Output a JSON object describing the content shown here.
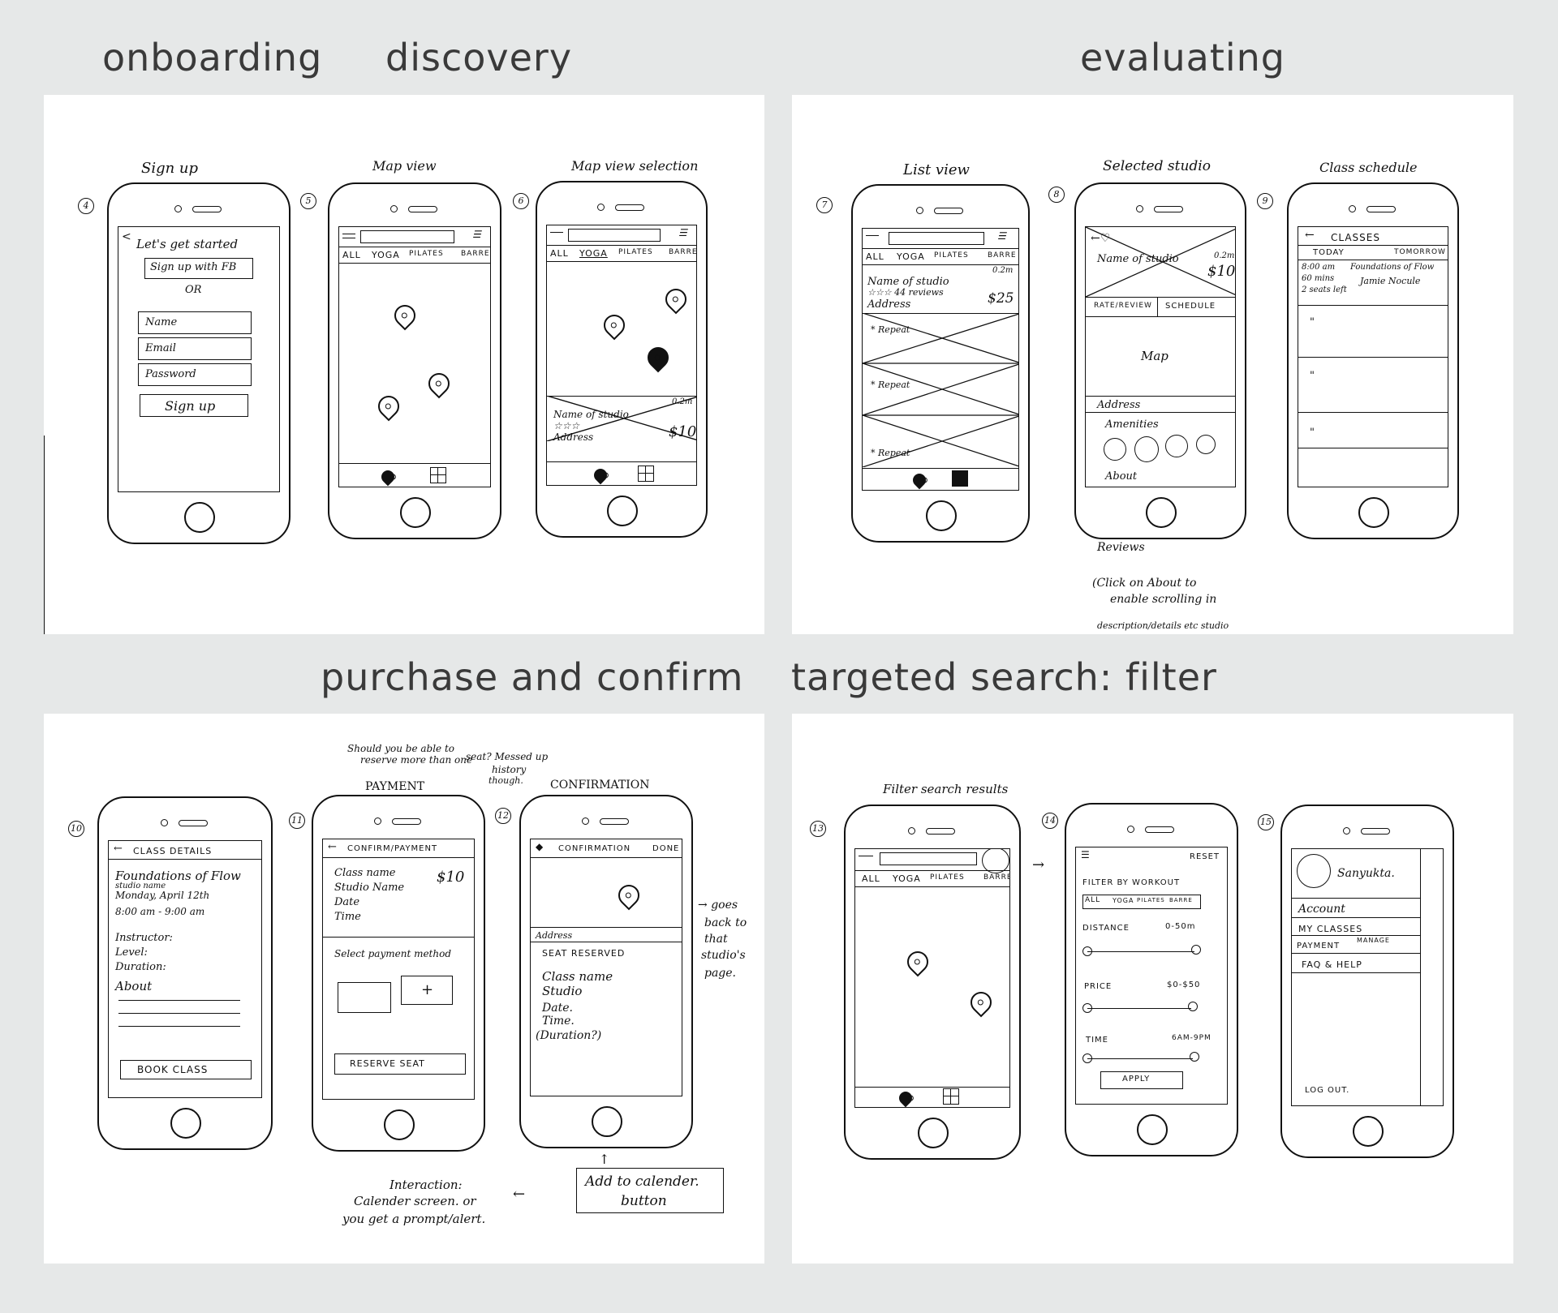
{
  "sections": {
    "onboarding": "onboarding",
    "discovery": "discovery",
    "evaluating": "evaluating",
    "purchase": "purchase and confirm",
    "filter": "targeted search: filter"
  },
  "screens": {
    "s4": {
      "num": "4",
      "caption": "Sign up",
      "back": "<",
      "heading": "Let's get started",
      "fb": "Sign up with FB",
      "or": "OR",
      "name": "Name",
      "email": "Email",
      "password": "Password",
      "signup": "Sign up"
    },
    "s5": {
      "num": "5",
      "caption": "Map view",
      "tabs": [
        "ALL",
        "YOGA",
        "PILATES",
        "BARRE"
      ]
    },
    "s6": {
      "num": "6",
      "caption": "Map view selection",
      "tabs": [
        "ALL",
        "YOGA",
        "PILATES",
        "BARRE"
      ],
      "dist": "0.2m",
      "studio": "Name of studio",
      "stars": "☆☆☆",
      "address": "Address",
      "price": "$10"
    },
    "s7": {
      "num": "7",
      "caption": "List view",
      "tabs": [
        "ALL",
        "YOGA",
        "PILATES",
        "BARRE"
      ],
      "dist": "0.2m",
      "studio": "Name of studio",
      "reviews": "☆☆☆ 44 reviews",
      "address": "Address",
      "price": "$25",
      "repeat1": "* Repeat",
      "repeat2": "* Repeat",
      "repeat3": "* Repeat"
    },
    "s8": {
      "num": "8",
      "caption": "Selected studio",
      "studio": "Name of studio",
      "dist": "0.2m",
      "price": "$10",
      "tab1": "RATE/REVIEW",
      "tab2": "SCHEDULE",
      "map": "Map",
      "address": "Address",
      "amenities": "Amenities",
      "about": "About"
    },
    "s9": {
      "num": "9",
      "caption": "Class schedule",
      "title": "CLASSES",
      "today": "TODAY",
      "tomorrow": "TOMORROW",
      "time": "8:00 am",
      "dur": "60 mins",
      "seats": "2 seats left",
      "cls": "Foundations of Flow",
      "teacher": "Jamie Nocule",
      "ditto": "\""
    },
    "evalnote": {
      "reviews": "Reviews",
      "note1": "(Click on About to",
      "note2": "enable scrolling in",
      "note3": "description/details etc studio"
    },
    "s10": {
      "num": "10",
      "title": "CLASS DETAILS",
      "cls": "Foundations of Flow",
      "studio": "studio name",
      "date": "Monday, April 12th",
      "time": "8:00 am - 9:00 am",
      "instructor": "Instructor:",
      "level": "Level:",
      "duration": "Duration:",
      "about": "About",
      "book": "BOOK CLASS"
    },
    "s11": {
      "num": "11",
      "caption": "PAYMENT",
      "title": "CONFIRM/PAYMENT",
      "classname": "Class name",
      "studio": "Studio Name",
      "date": "Date",
      "time": "Time",
      "price": "$10",
      "select": "Select payment method",
      "plus": "+",
      "reserve": "RESERVE SEAT"
    },
    "s12": {
      "num": "12",
      "caption": "CONFIRMATION",
      "title": "CONFIRMATION",
      "done": "DONE",
      "address": "Address",
      "reserved": "SEAT RESERVED",
      "classname": "Class name",
      "studio": "Studio",
      "date": "Date.",
      "time": "Time.",
      "duration": "(Duration?)"
    },
    "purchasenotes": {
      "q1": "Should you be able to",
      "q2": "reserve more than one",
      "q3": "seat? Messed up",
      "q4": "history",
      "q5": "though.",
      "goes1": "goes",
      "goes2": "back to",
      "goes3": "that",
      "goes4": "studio's",
      "goes5": "page.",
      "cal1": "Add to calender.",
      "cal2": "button",
      "int1": "Interaction:",
      "int2": "Calender screen. or",
      "int3": "you get a prompt/alert."
    },
    "s13": {
      "num": "13",
      "caption": "Filter search results",
      "tabs": [
        "ALL",
        "YOGA",
        "PILATES",
        "BARRE"
      ]
    },
    "s14": {
      "num": "14",
      "reset": "RESET",
      "filterby": "FILTER BY WORKOUT",
      "chips": [
        "ALL",
        "YOGA",
        "PILATES",
        "BARRE"
      ],
      "distance": "DISTANCE",
      "distval": "0-50m",
      "price": "PRICE",
      "priceval": "$0-$50",
      "time": "TIME",
      "timeval": "6AM-9PM",
      "apply": "APPLY"
    },
    "s15": {
      "num": "15",
      "user": "Sanyukta.",
      "account": "Account",
      "myclasses": "MY CLASSES",
      "payment": "PAYMENT",
      "manage": "MANAGE",
      "faq": "FAQ & HELP",
      "logout": "LOG OUT."
    }
  }
}
